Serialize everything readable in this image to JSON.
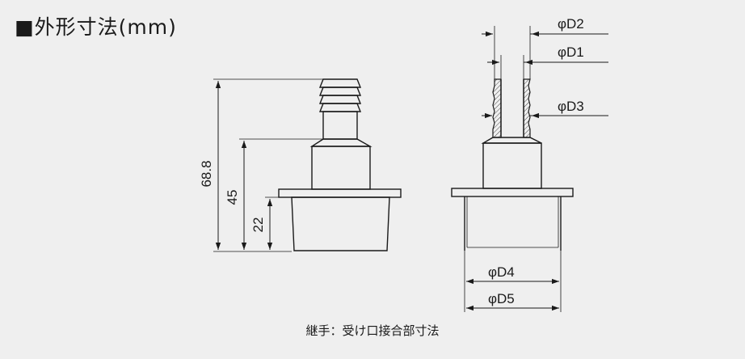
{
  "title": "■外形寸法(mm)",
  "caption": "継手：受け口接合部寸法",
  "dimensions": {
    "overall_height": "68.8",
    "middle_height": "45",
    "base_height": "22"
  },
  "diameters": {
    "d1": "φD1",
    "d2": "φD2",
    "d3": "φD3",
    "d4": "φD4",
    "d5": "φD5"
  }
}
